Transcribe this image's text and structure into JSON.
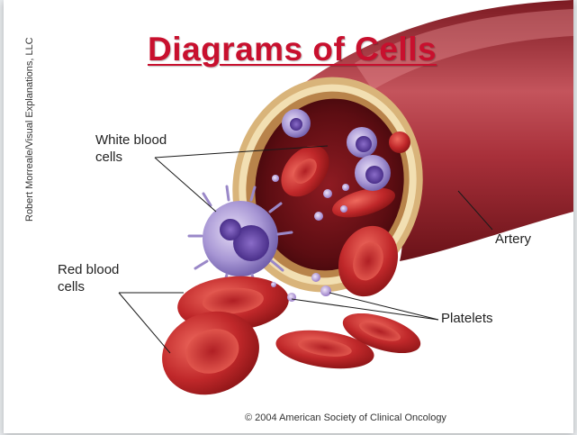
{
  "title": "Diagrams of Cells",
  "credit": "Robert Morreale/Visual Explanations, LLC",
  "labels": {
    "white_blood_cells_line1": "White blood",
    "white_blood_cells_line2": "cells",
    "red_blood_cells_line1": "Red blood",
    "red_blood_cells_line2": "cells",
    "artery": "Artery",
    "platelets": "Platelets"
  },
  "copyright": "© 2004 American Society of Clinical Oncology",
  "colors": {
    "title": "#c8102e",
    "artery": "#a8303a",
    "red_cell": "#c0282a",
    "white_cell": "#9a88c8",
    "platelet": "#b8a0d8"
  }
}
